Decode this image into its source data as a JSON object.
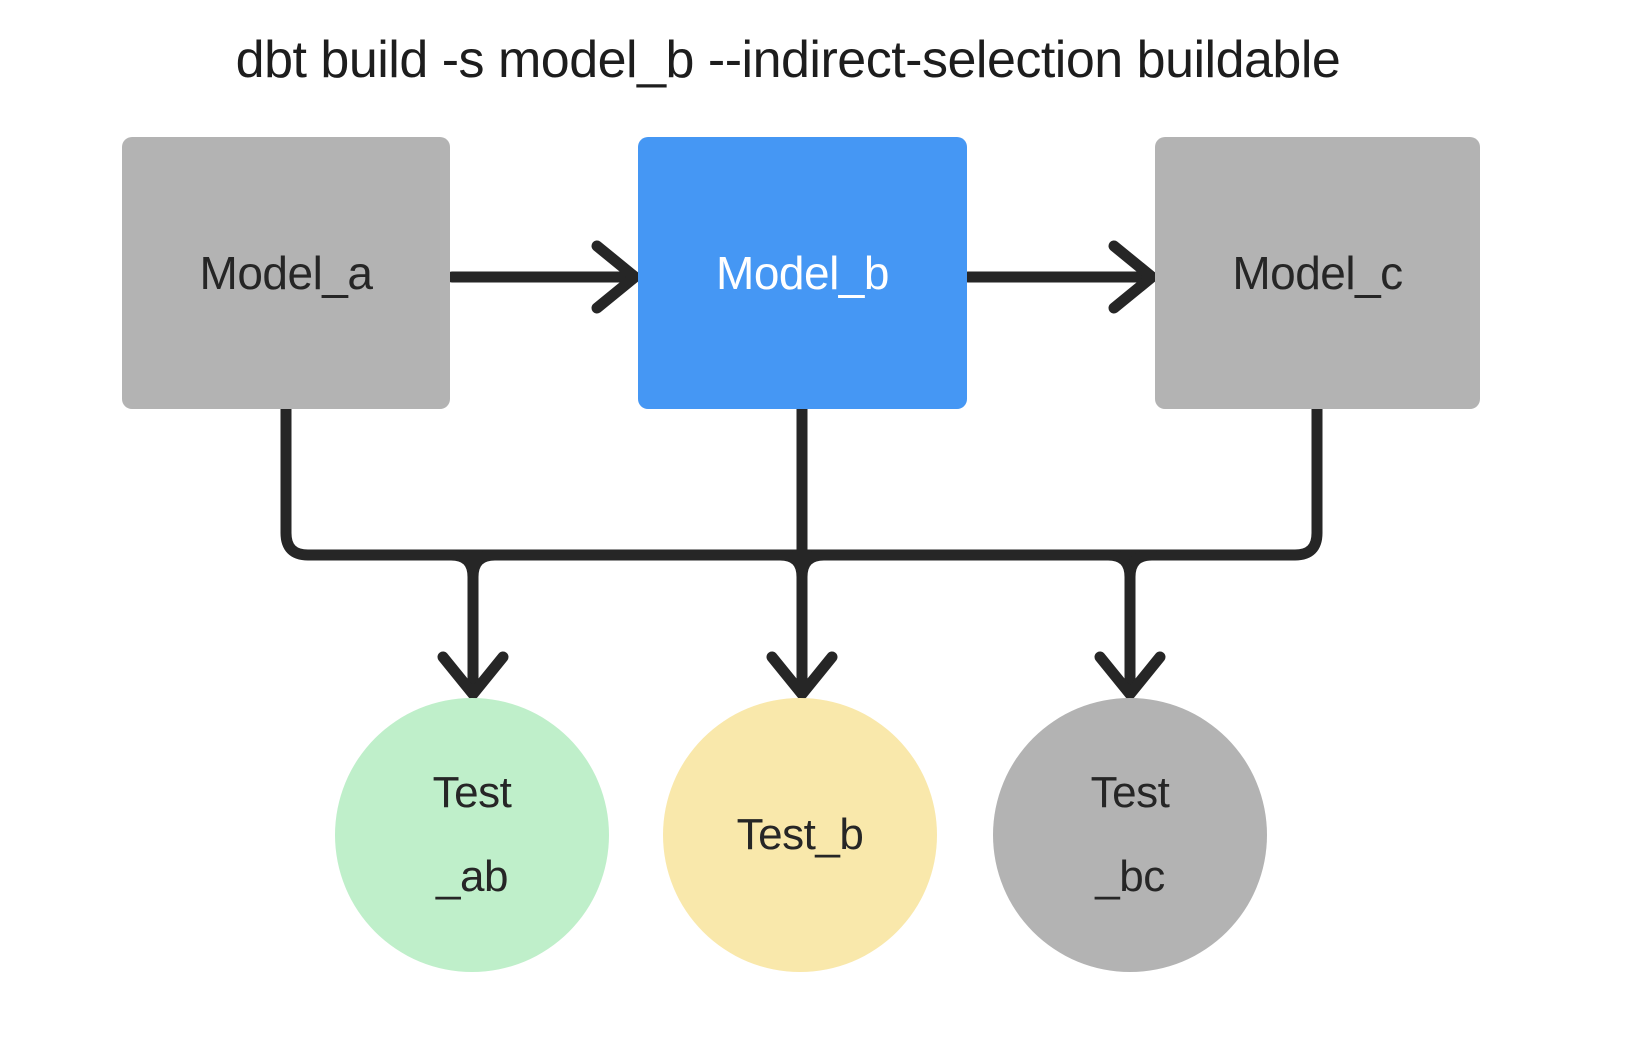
{
  "title": "dbt build -s model_b --indirect-selection buildable",
  "colors": {
    "background": "#ffffff",
    "connector": "#262626",
    "node_text": "#262626",
    "model_default_fill": "#b3b3b3",
    "model_selected_fill": "#4597f4",
    "model_selected_text": "#ffffff",
    "test_ab_fill": "#bfefca",
    "test_b_fill": "#f9e8ab",
    "test_bc_fill": "#b3b3b3"
  },
  "nodes": {
    "model_a": {
      "label": "Model_a"
    },
    "model_b": {
      "label": "Model_b"
    },
    "model_c": {
      "label": "Model_c"
    },
    "test_ab": {
      "label_line1": "Test",
      "label_line2": "_ab"
    },
    "test_b": {
      "label": "Test_b"
    },
    "test_bc": {
      "label_line1": "Test",
      "label_line2": "_bc"
    }
  },
  "edges": [
    {
      "from": "Model_a",
      "to": "Model_b"
    },
    {
      "from": "Model_b",
      "to": "Model_c"
    },
    {
      "from": "Model_a, Model_b",
      "to": "Test_ab"
    },
    {
      "from": "Model_b",
      "to": "Test_b"
    },
    {
      "from": "Model_b, Model_c",
      "to": "Test_bc"
    }
  ]
}
